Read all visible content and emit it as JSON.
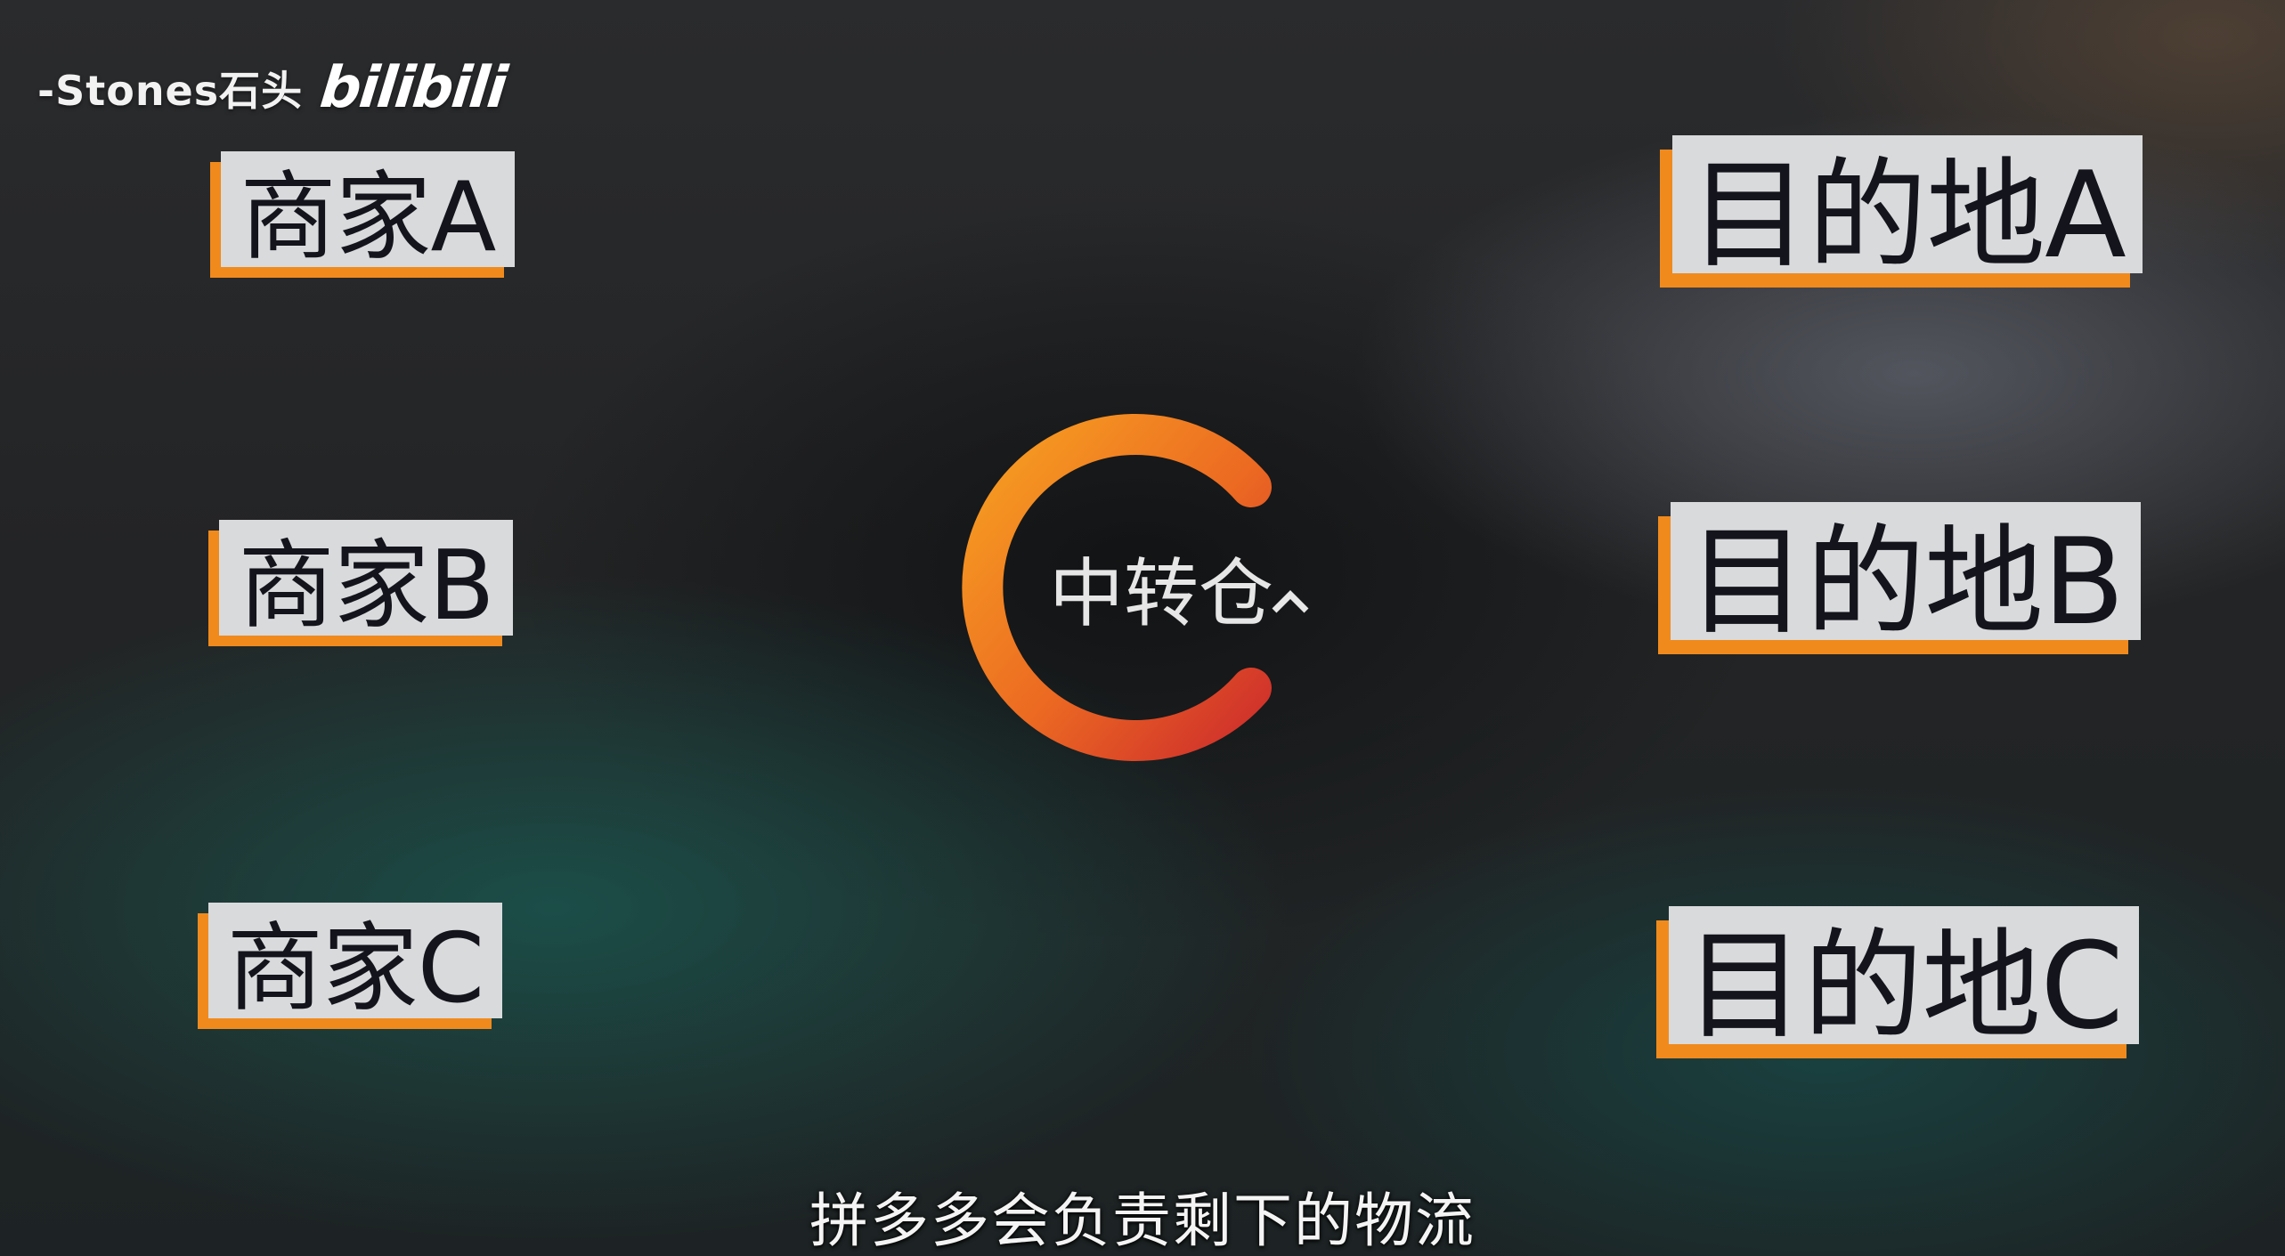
{
  "watermark": {
    "author": "-Stones石头",
    "logo": "bilibili"
  },
  "merchants": [
    {
      "label": "商家A"
    },
    {
      "label": "商家B"
    },
    {
      "label": "商家C"
    }
  ],
  "destinations": [
    {
      "label": "目的地A"
    },
    {
      "label": "目的地B"
    },
    {
      "label": "目的地C"
    }
  ],
  "hub": {
    "label": "中转仓"
  },
  "subtitle": "拼多多会负责剩下的物流",
  "colors": {
    "label_bg": "#d9dadc",
    "label_text": "#14141c",
    "accent_orange": "#f08a1c",
    "ring_start": "#f5921e",
    "ring_end": "#d63a2a"
  }
}
